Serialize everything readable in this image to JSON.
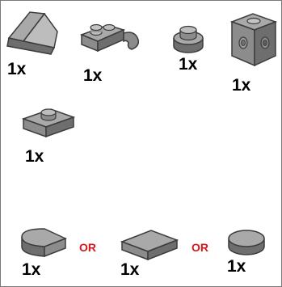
{
  "colors": {
    "part_light": "#a9a9a9",
    "part_mid": "#8c8c8c",
    "part_dark": "#6e6e6e",
    "outline": "#3c3c3c",
    "or_text": "#d6171c",
    "frame_border": "#7a7a7a"
  },
  "parts": [
    {
      "name": "slope-1x2-part",
      "qty": "1x"
    },
    {
      "name": "plate-with-clip-part",
      "qty": "1x"
    },
    {
      "name": "round-plate-1x1-part",
      "qty": "1x"
    },
    {
      "name": "brick-with-studs-on-sides-part",
      "qty": "1x"
    },
    {
      "name": "plate-1x2-part",
      "qty": "1x"
    }
  ],
  "alternatives": {
    "options": [
      {
        "name": "quarter-round-tile-part",
        "qty": "1x"
      },
      {
        "name": "square-tile-part",
        "qty": "1x"
      },
      {
        "name": "round-tile-part",
        "qty": "1x"
      }
    ],
    "separators": [
      "OR",
      "OR"
    ]
  }
}
